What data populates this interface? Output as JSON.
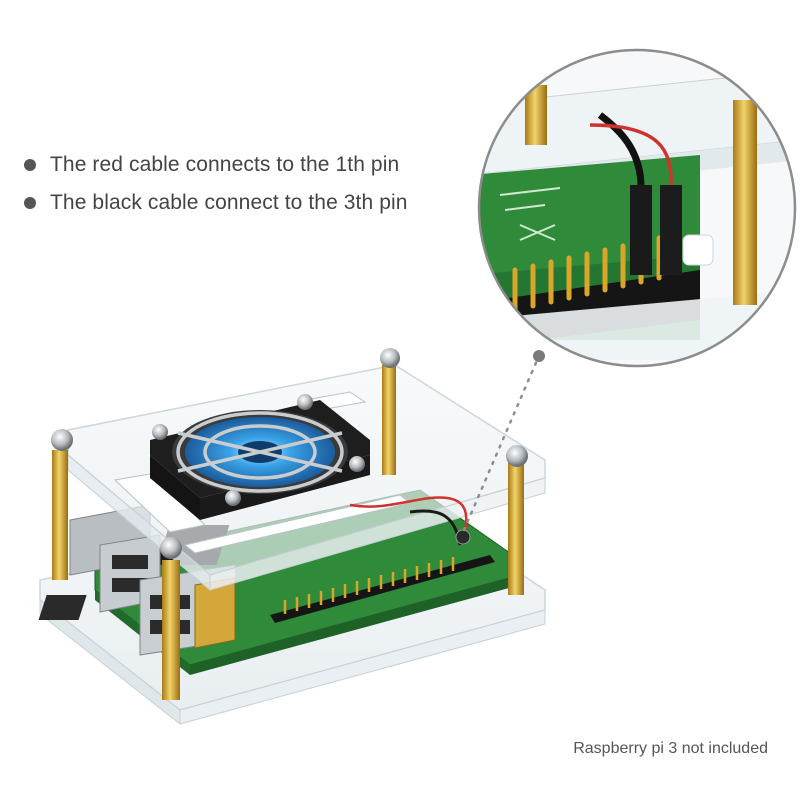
{
  "notes": [
    "The red cable connects to the 1th pin",
    "The black cable connect to the 3th pin"
  ],
  "footnote": "Raspberry pi 3 not included",
  "colors": {
    "text": "#444444",
    "acrylic_edge": "#dfe6ea",
    "standoff": "#c9a227",
    "pcb": "#2f8a3a",
    "fan": "#1e1e1e",
    "fan_blade": "#2b8fd6",
    "red_cable": "#d0322d",
    "black_cable": "#1a1a1a"
  }
}
